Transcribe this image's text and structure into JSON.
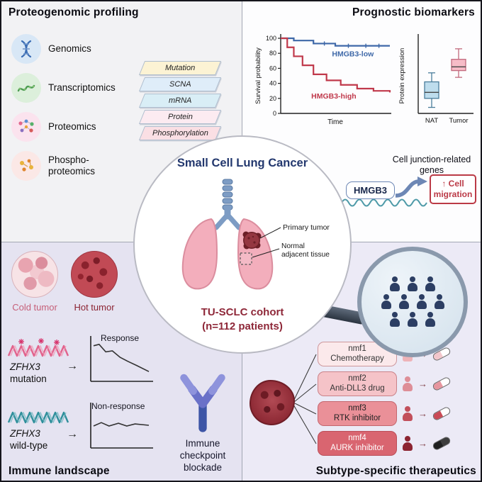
{
  "glyphs": {
    "flow_arrow": "→"
  },
  "panels": {
    "proteogenomic": {
      "title": "Proteogenomic profiling",
      "omics": [
        {
          "label": "Genomics"
        },
        {
          "label": "Transcriptomics"
        },
        {
          "label": "Proteomics"
        },
        {
          "label": "Phospho-proteomics"
        }
      ],
      "layers": [
        {
          "label": "Mutation",
          "color": "#fcf3d4"
        },
        {
          "label": "SCNA",
          "color": "#dfedf9"
        },
        {
          "label": "mRNA",
          "color": "#d9eef6"
        },
        {
          "label": "Protein",
          "color": "#fcebf1"
        },
        {
          "label": "Phosphorylation",
          "color": "#fadfe4"
        }
      ]
    },
    "prognostic": {
      "title": "Prognostic biomarkers",
      "cell_junction_label": "Cell junction-related genes",
      "gene_label": "HMGB3",
      "effect_label": "↑ Cell migration",
      "effect_color": "#bb3a46",
      "gene_box_border": "#6d87b5"
    },
    "immune": {
      "title": "Immune landscape",
      "cold_tumor_label": "Cold tumor",
      "hot_tumor_label": "Hot tumor",
      "mutation_gene": "ZFHX3",
      "mutation_type": "mutation",
      "wildtype_gene": "ZFHX3",
      "wildtype_type": "wild-type",
      "icb_label": "Immune checkpoint blockade"
    },
    "therapeutics": {
      "title": "Subtype-specific therapeutics",
      "subtypes": [
        {
          "name": "nmf1",
          "therapy": "Chemotherapy",
          "box_color": "#fbe9eb",
          "text_color": "#333333",
          "person_color": "#eeb3b8",
          "pill_left": "#f2c6cb",
          "pill_right": "#ffffff"
        },
        {
          "name": "nmf2",
          "therapy": "Anti-DLL3 drug",
          "box_color": "#f5c3c8",
          "text_color": "#333333",
          "person_color": "#de8e97",
          "pill_left": "#e6959e",
          "pill_right": "#ffffff"
        },
        {
          "name": "nmf3",
          "therapy": "RTK inhibitor",
          "box_color": "#ea9098",
          "text_color": "#222222",
          "person_color": "#c24f5b",
          "pill_left": "#c94a55",
          "pill_right": "#ffffff"
        },
        {
          "name": "nmf4",
          "therapy": "AURK inhibitor",
          "box_color": "#d96570",
          "text_color": "#ffffff",
          "person_color": "#8c2431",
          "pill_left": "#1f1f1f",
          "pill_right": "#3d3d3d"
        }
      ]
    }
  },
  "center": {
    "disease": "Small Cell Lung Cancer",
    "primary_tumor_label": "Primary tumor",
    "normal_line1": "Normal",
    "normal_line2": "adjacent tissue",
    "cohort_line1": "TU-SCLC cohort",
    "cohort_line2": "(n=112 patients)"
  },
  "chart_data": [
    {
      "id": "survival-curve",
      "type": "line",
      "xlabel": "Time",
      "ylabel": "Survival probability",
      "ylim": [
        0,
        100
      ],
      "yticks": [
        0,
        20,
        40,
        60,
        80,
        100
      ],
      "series": [
        {
          "name": "HMGB3-low",
          "color": "#3e68a8",
          "x": [
            0,
            0.12,
            0.3,
            0.5,
            1
          ],
          "y": [
            100,
            97,
            93,
            90,
            90
          ],
          "label_at": [
            0.47,
            76
          ]
        },
        {
          "name": "HMGB3-high",
          "color": "#c0394b",
          "x": [
            0,
            0.06,
            0.12,
            0.2,
            0.3,
            0.42,
            0.55,
            0.7,
            0.85,
            1
          ],
          "y": [
            100,
            88,
            76,
            64,
            52,
            44,
            38,
            33,
            30,
            28
          ],
          "label_at": [
            0.28,
            20
          ]
        }
      ],
      "censor_marks": [
        [
          0.4,
          93
        ],
        [
          0.62,
          90
        ],
        [
          0.78,
          90
        ],
        [
          0.9,
          90
        ]
      ]
    },
    {
      "id": "expression-boxplot",
      "type": "box",
      "ylabel": "Protein expression",
      "categories": [
        "NAT",
        "Tumor"
      ],
      "boxes": [
        {
          "name": "NAT",
          "fill": "#bedded",
          "stroke": "#4a7d9b",
          "low": 8,
          "q1": 20,
          "median": 28,
          "q3": 42,
          "high": 54
        },
        {
          "name": "Tumor",
          "fill": "#f6bcc7",
          "stroke": "#c26a7e",
          "low": 48,
          "q1": 57,
          "median": 62,
          "q3": 72,
          "high": 86
        }
      ]
    },
    {
      "id": "response-trend",
      "type": "line",
      "label": "Response",
      "points": [
        [
          0,
          0.12
        ],
        [
          0.1,
          0.08
        ],
        [
          0.22,
          0.3
        ],
        [
          0.34,
          0.27
        ],
        [
          0.48,
          0.46
        ],
        [
          0.62,
          0.58
        ],
        [
          0.78,
          0.7
        ],
        [
          1,
          0.88
        ]
      ]
    },
    {
      "id": "nonresponse-trend",
      "type": "line",
      "label": "Non-response",
      "points": [
        [
          0,
          0.52
        ],
        [
          0.14,
          0.42
        ],
        [
          0.28,
          0.52
        ],
        [
          0.45,
          0.44
        ],
        [
          0.6,
          0.52
        ],
        [
          0.75,
          0.46
        ],
        [
          1,
          0.5
        ]
      ]
    }
  ]
}
